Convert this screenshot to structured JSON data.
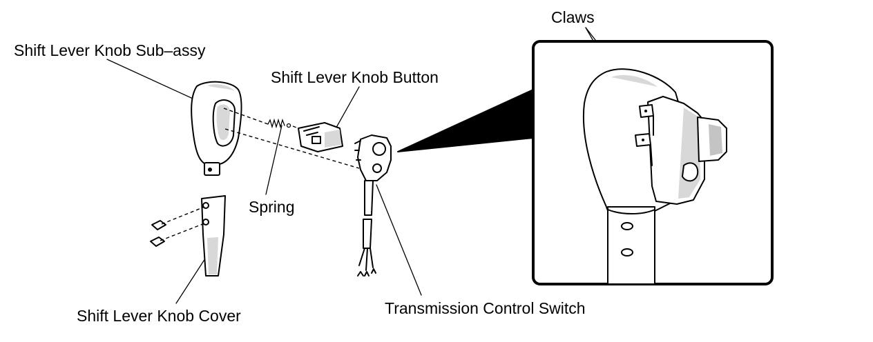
{
  "labels": {
    "knob_sub_assy": "Shift Lever Knob Sub–assy",
    "knob_button": "Shift Lever Knob Button",
    "spring": "Spring",
    "knob_cover": "Shift Lever Knob Cover",
    "transmission_switch": "Transmission Control Switch",
    "claws": "Claws"
  }
}
